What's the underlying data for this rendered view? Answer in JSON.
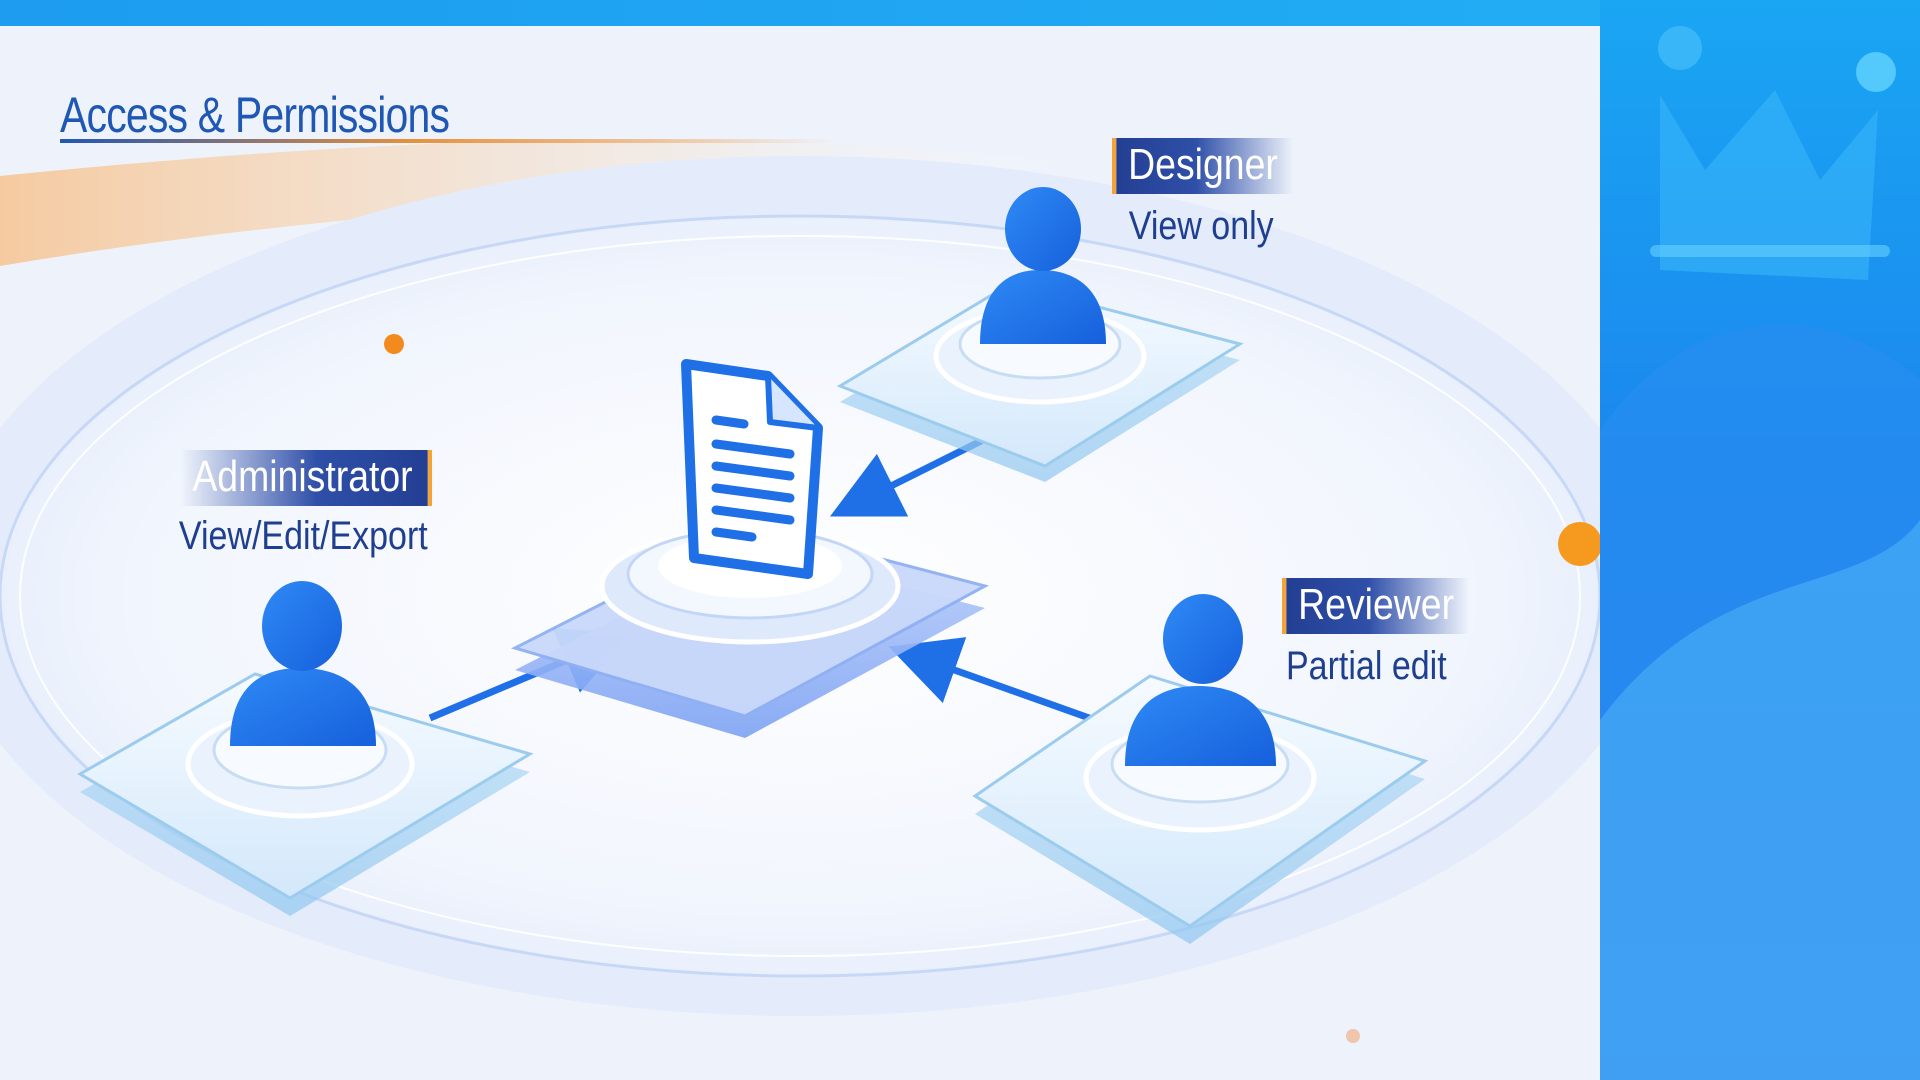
{
  "title": "Access & Permissions",
  "colors": {
    "accent_blue": "#1f6fe6",
    "title_blue": "#1f57b4",
    "label_navy": "#2f4fa8",
    "accent_orange": "#f2a33a"
  },
  "center_node": {
    "icon": "document-icon"
  },
  "roles": [
    {
      "name": "Designer",
      "permission": "View only",
      "icon": "user-icon"
    },
    {
      "name": "Administrator",
      "permission": "View/Edit/Export",
      "icon": "user-icon"
    },
    {
      "name": "Reviewer",
      "permission": "Partial edit",
      "icon": "user-icon"
    }
  ],
  "edges": [
    {
      "from": "Designer",
      "to": "document"
    },
    {
      "from": "Administrator",
      "to": "document"
    },
    {
      "from": "Reviewer",
      "to": "document"
    }
  ]
}
